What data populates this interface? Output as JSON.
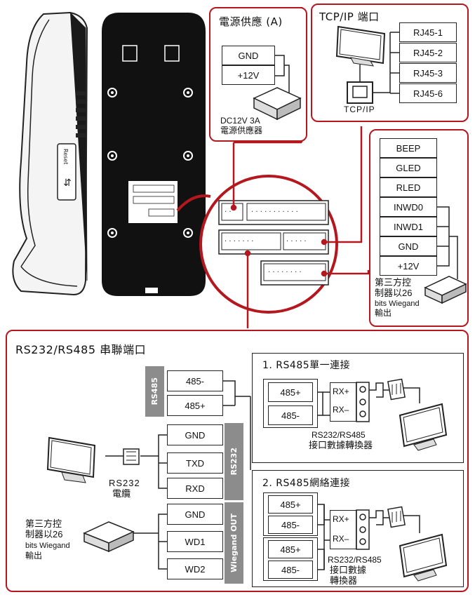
{
  "device": {
    "reset_label": "Reset"
  },
  "power_panel": {
    "title": "電源供應 (A)",
    "pins": [
      "GND",
      "+12V"
    ],
    "adapter_line1": "DC12V 3A",
    "adapter_line2": "電源供應器"
  },
  "tcp_panel": {
    "title": "TCP/IP 端口",
    "pins": [
      "RJ45-1",
      "RJ45-2",
      "RJ45-3",
      "RJ45-6"
    ],
    "jack_label": "TCP/IP"
  },
  "wiegand_in_panel": {
    "pins": [
      "BEEP",
      "GLED",
      "RLED",
      "INWD0",
      "INWD1",
      "GND",
      "+12V"
    ],
    "controller_line1": "第三方控",
    "controller_line2": "制器以26",
    "controller_line3": "bits Wiegand",
    "controller_line4": "輸出"
  },
  "serial_panel": {
    "title": "RS232/RS485 串聯端口",
    "rs485_tag": "RS485",
    "rs232_tag": "RS232",
    "wiegand_out_tag": "Wiegand OUT",
    "pins": [
      "485-",
      "485+",
      "GND",
      "TXD",
      "RXD",
      "GND",
      "WD1",
      "WD2"
    ],
    "cable_line1": "RS232",
    "cable_line2": "電纜",
    "controller_line1": "第三方控",
    "controller_line2": "制器以26",
    "controller_line3": "bits Wiegand",
    "controller_line4": "輸出"
  },
  "single_conn": {
    "title": "1. RS485單一連接",
    "pins": [
      "485+",
      "485-"
    ],
    "rx_plus": "RX+",
    "rx_minus": "RX–",
    "converter_line1": "RS232/RS485",
    "converter_line2": "接口數據轉換器"
  },
  "network_conn": {
    "title": "2. RS485網絡連接",
    "pins": [
      "485+",
      "485-",
      "485+",
      "485-"
    ],
    "rx_plus": "RX+",
    "rx_minus": "RX–",
    "converter_line1": "RS232/RS485",
    "converter_line2": "接口數據",
    "converter_line3": "轉換器"
  },
  "colors": {
    "accent_red": "#b4181e",
    "tag_grey": "#8c8c8c",
    "device_black": "#111111"
  }
}
